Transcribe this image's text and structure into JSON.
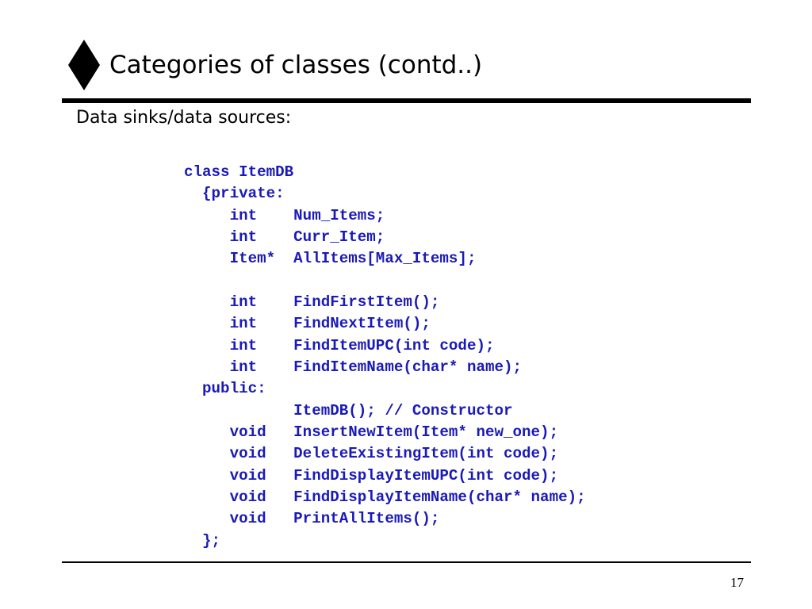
{
  "slide": {
    "title": "Categories of classes (contd..)",
    "subtitle": "Data sinks/data sources:",
    "page_number": "17",
    "bullet_icon": "diamond-icon",
    "code_color": "#1a1ab8"
  },
  "code_lines": [
    "class ItemDB",
    "  {private:",
    "     int    Num_Items;",
    "     int    Curr_Item;",
    "     Item*  AllItems[Max_Items];",
    "",
    "     int    FindFirstItem();",
    "     int    FindNextItem();",
    "     int    FindItemUPC(int code);",
    "     int    FindItemName(char* name);",
    "  public:",
    "            ItemDB(); // Constructor",
    "     void   InsertNewItem(Item* new_one);",
    "     void   DeleteExistingItem(int code);",
    "     void   FindDisplayItemUPC(int code);",
    "     void   FindDisplayItemName(char* name);",
    "     void   PrintAllItems();",
    "  };"
  ]
}
